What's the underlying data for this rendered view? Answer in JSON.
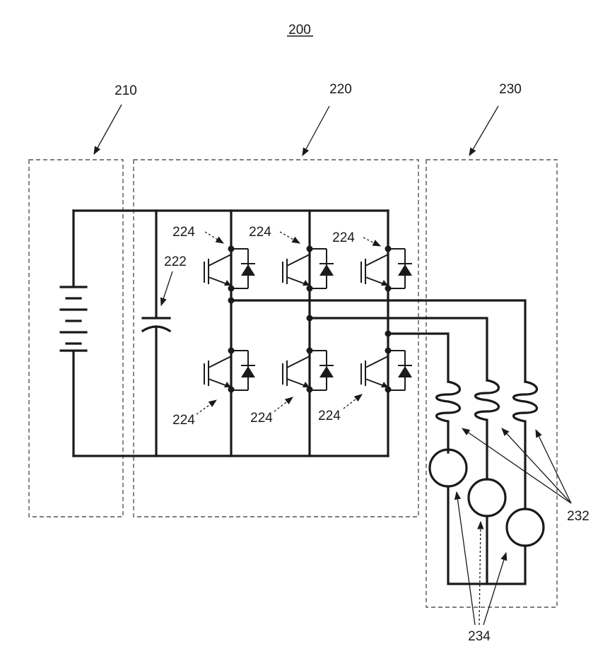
{
  "figure": {
    "number": "200"
  },
  "regions": {
    "battery_section": "210",
    "inverter_section": "220",
    "motor_section": "230"
  },
  "components": {
    "capacitor": "222",
    "switches": [
      "224",
      "224",
      "224",
      "224",
      "224",
      "224"
    ],
    "inductors": "232",
    "back_emf_sources": "234"
  },
  "colors": {
    "ink": "#1a1a1a",
    "box_dash": "#555555",
    "background": "#ffffff"
  }
}
